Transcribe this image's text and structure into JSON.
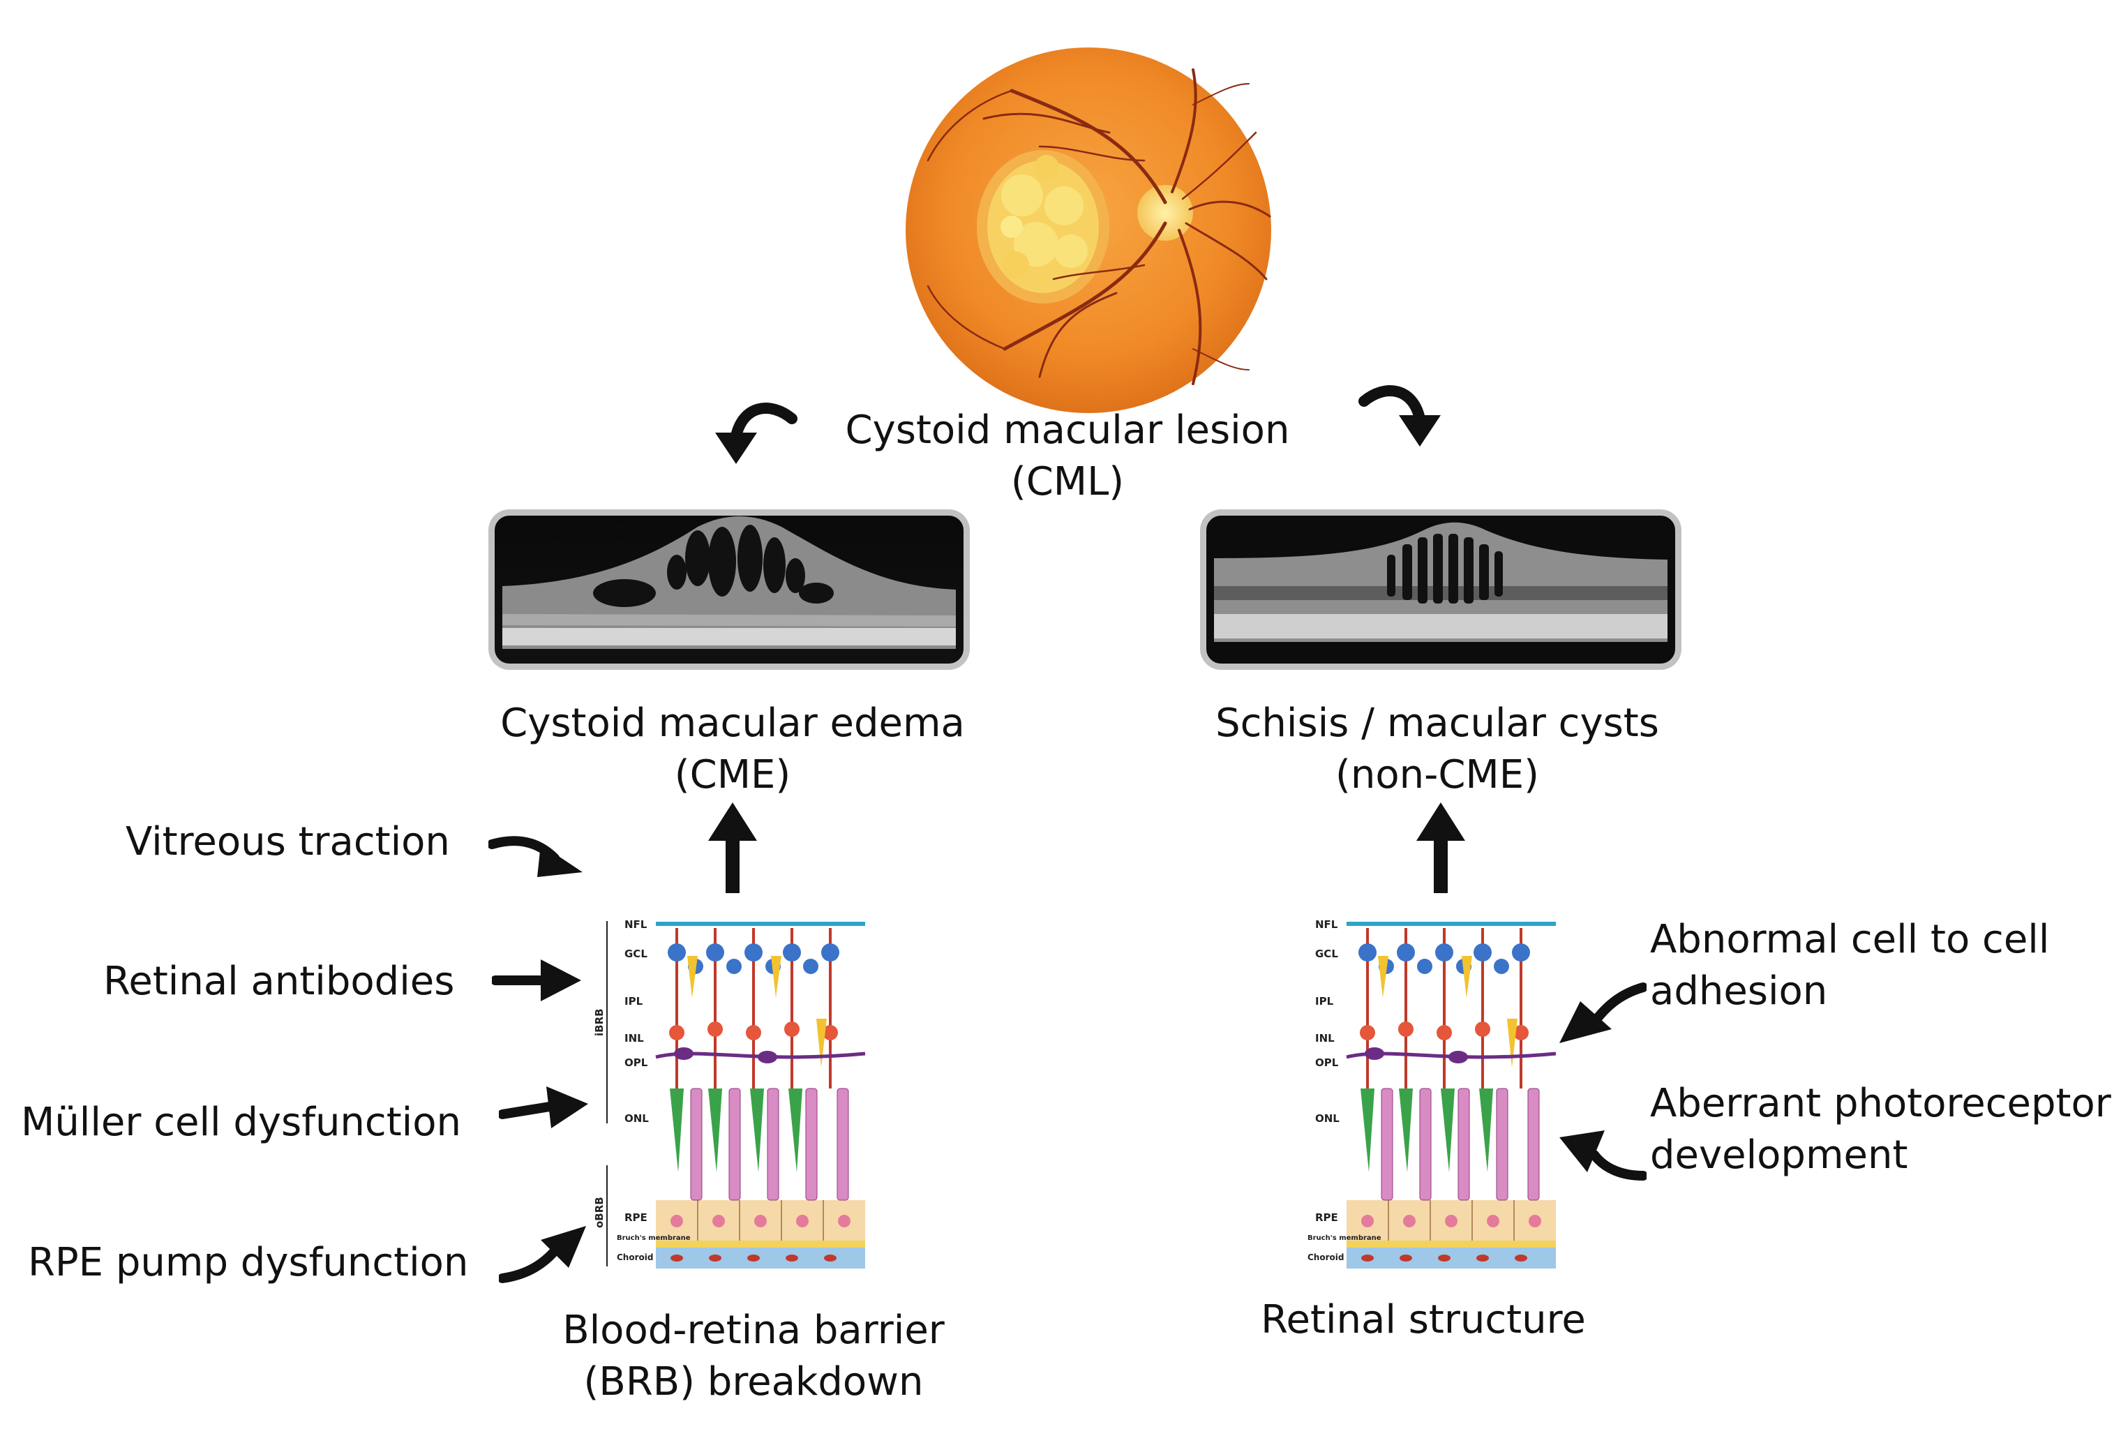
{
  "top": {
    "title_line1": "Cystoid macular lesion",
    "title_line2": "(CML)"
  },
  "left_branch": {
    "title_line1": "Cystoid macular edema",
    "title_line2": "(CME)",
    "bottom_line1": "Blood-retina barrier",
    "bottom_line2": "(BRB) breakdown",
    "causes": [
      "Vitreous traction",
      "Retinal antibodies",
      "Müller cell dysfunction",
      "RPE pump dysfunction"
    ]
  },
  "right_branch": {
    "title_line1": "Schisis / macular cysts",
    "title_line2": "(non-CME)",
    "bottom": "Retinal structure",
    "causes": [
      {
        "line1": "Abnormal cell to cell",
        "line2": "adhesion"
      },
      {
        "line1": "Aberrant photoreceptor",
        "line2": "development"
      }
    ]
  },
  "retina_layers": [
    "NFL",
    "GCL",
    "IPL",
    "INL",
    "OPL",
    "ONL",
    "RPE",
    "Bruch's membrane",
    "Choroid"
  ],
  "barrier_labels": {
    "inner": "iBRB",
    "outer": "oBRB"
  },
  "colors": {
    "fundus_orange": "#f39a35",
    "lesion_yellow": "#f7dd6a",
    "vessel": "#8a2a12",
    "arrow": "#111111"
  }
}
